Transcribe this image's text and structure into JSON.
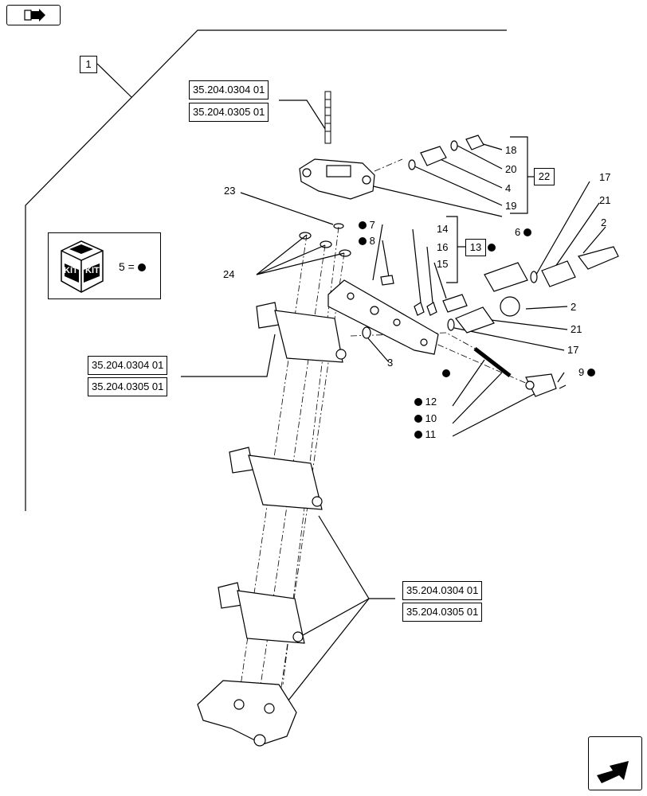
{
  "nav": {
    "prev_icon": "back-arrow-icon",
    "next_icon": "forward-arrow-icon"
  },
  "refs": {
    "top_a": "35.204.0304 01",
    "top_b": "35.204.0305 01",
    "mid_a": "35.204.0304 01",
    "mid_b": "35.204.0305 01",
    "bot_a": "35.204.0304 01",
    "bot_b": "35.204.0305 01"
  },
  "boxes": {
    "b1": "1",
    "b22": "22",
    "b13": "13"
  },
  "kit": {
    "word1": "KIT",
    "word2": "KIT",
    "legend": "5 ="
  },
  "labels": {
    "l18": "18",
    "l20": "20",
    "l4": "4",
    "l19": "19",
    "l17a": "17",
    "l21a": "21",
    "l2a": "2",
    "l23": "23",
    "l24": "24",
    "l7": "7",
    "l8": "8",
    "l14": "14",
    "l16": "16",
    "l15": "15",
    "l6": "6",
    "l2b": "2",
    "l21b": "21",
    "l17b": "17",
    "l3": "3",
    "l9": "9",
    "l12": "12",
    "l10": "10",
    "l11": "11"
  }
}
